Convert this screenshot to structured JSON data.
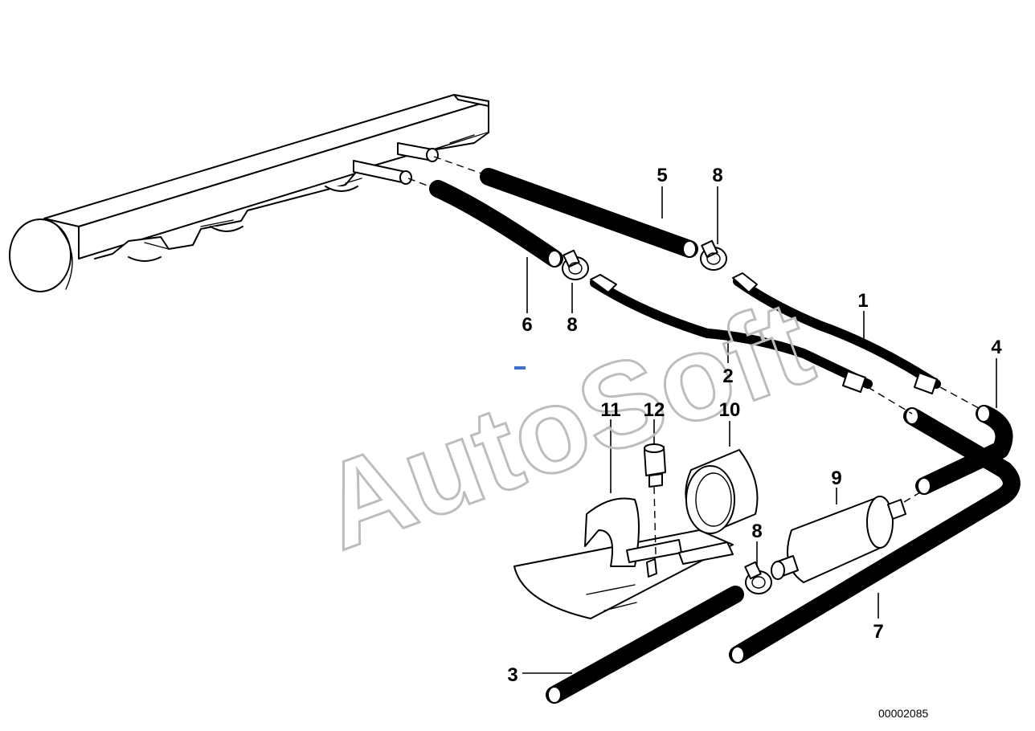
{
  "diagram": {
    "callouts": [
      {
        "id": "callout-1",
        "label": "1"
      },
      {
        "id": "callout-2",
        "label": "2"
      },
      {
        "id": "callout-3",
        "label": "3"
      },
      {
        "id": "callout-4",
        "label": "4"
      },
      {
        "id": "callout-5",
        "label": "5"
      },
      {
        "id": "callout-6",
        "label": "6"
      },
      {
        "id": "callout-7",
        "label": "7"
      },
      {
        "id": "callout-8a",
        "label": "8"
      },
      {
        "id": "callout-8b",
        "label": "8"
      },
      {
        "id": "callout-8c",
        "label": "8"
      },
      {
        "id": "callout-9",
        "label": "9"
      },
      {
        "id": "callout-10",
        "label": "10"
      },
      {
        "id": "callout-11",
        "label": "11"
      },
      {
        "id": "callout-12",
        "label": "12"
      }
    ],
    "document_number": "00002085",
    "watermark": "AutoSoft",
    "colors": {
      "line": "#000000",
      "watermark": "#bdbdbd",
      "background": "#ffffff",
      "dot": "#3b6fd8"
    }
  }
}
